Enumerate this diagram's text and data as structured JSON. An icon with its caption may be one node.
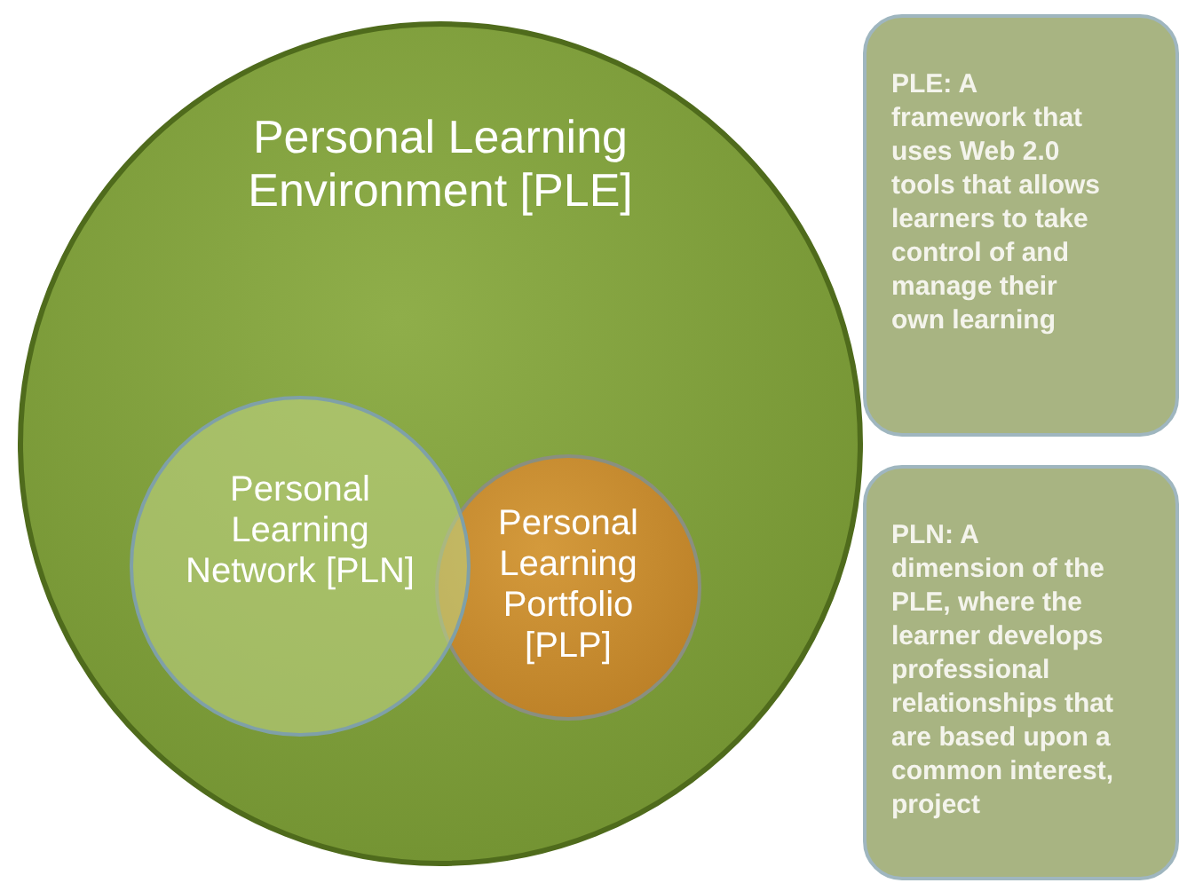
{
  "diagram": {
    "nodes": [
      {
        "text": [
          "Personal Learning Environment [PLE]"
        ]
      },
      {
        "text": [
          "Personal Learning Network [PLN]"
        ],
        "in": 0
      },
      {
        "text": [
          "Personal Learning Portfolio [PLP]"
        ],
        "in": 0
      },
      {
        "text": [
          "PLE: A framework that uses Web 2.0 tools that allows learners to take control of and manage their own learning"
        ]
      },
      {
        "text": [
          "PLN: A dimension of the PLE, where the learner develops professional relationships that are based upon a common interest, project"
        ]
      }
    ]
  }
}
